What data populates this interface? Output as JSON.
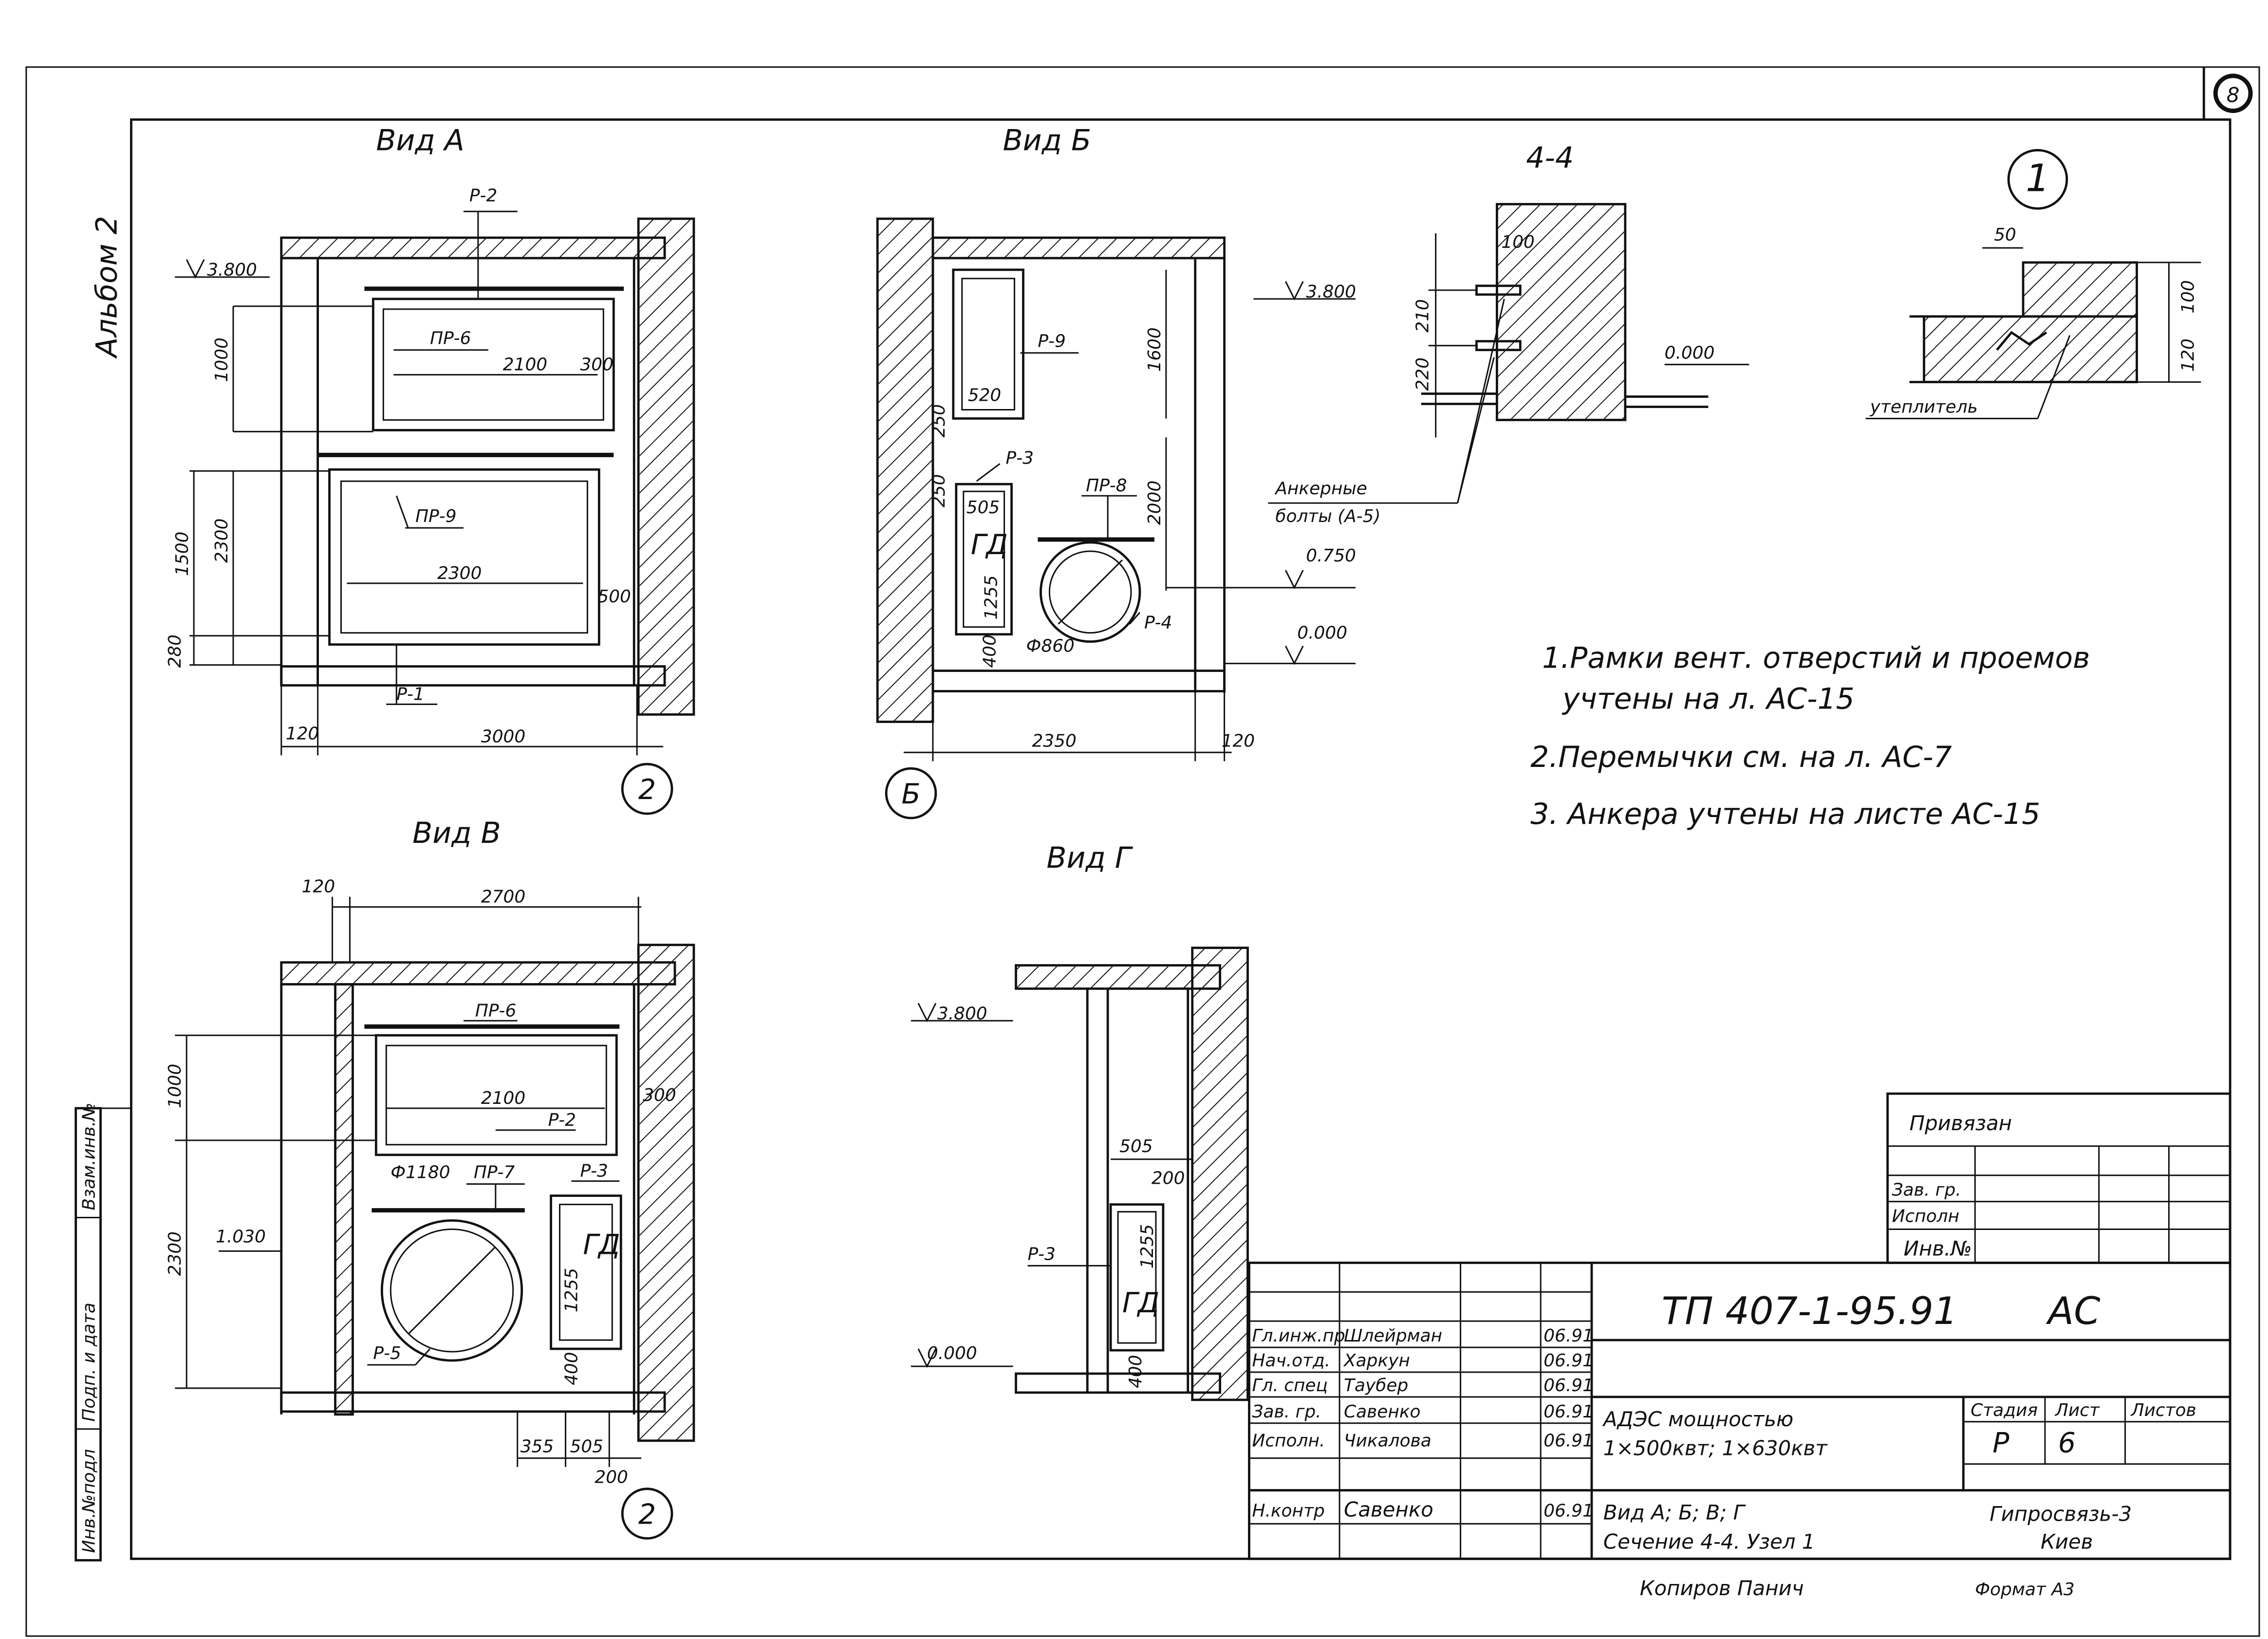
{
  "sheet": {
    "number": "8",
    "album": "Альбом 2",
    "side_stamp": [
      "Инв.№подл",
      "Подп. и дата",
      "Взам.инв.№"
    ]
  },
  "views": {
    "a": {
      "title": "Вид А",
      "axis": "2",
      "labels": {
        "r2": "Р-2",
        "pr6": "ПР-6",
        "pr9": "ПР-9",
        "r1": "Р-1",
        "elev": "3.800"
      },
      "dims": {
        "d2100": "2100",
        "d300": "300",
        "d2300": "2300",
        "d500": "500",
        "d1000": "1000",
        "d2300v": "2300",
        "d1500": "1500",
        "d280": "280",
        "d120": "120",
        "d3000": "3000"
      }
    },
    "b": {
      "title": "Вид Б",
      "axis": "Б",
      "labels": {
        "r9": "Р-9",
        "r3": "Р-3",
        "gd": "ГД",
        "pr8": "ПР-8",
        "r4": "Р-4",
        "diam": "Ф860",
        "elev1": "3.800",
        "elev2": "0.750",
        "elev3": "0.000"
      },
      "dims": {
        "d520": "520",
        "d1600": "1600",
        "d250a": "250",
        "d250b": "250",
        "d505": "505",
        "d1255": "1255",
        "d2000": "2000",
        "d400": "400",
        "d2350": "2350",
        "d120": "120"
      }
    },
    "v": {
      "title": "Вид В",
      "axis": "2",
      "labels": {
        "pr6": "ПР-6",
        "r2": "Р-2",
        "diam": "Ф1180",
        "pr7": "ПР-7",
        "r3": "Р-3",
        "gd": "ГД",
        "r5": "Р-5",
        "elev": "1.030"
      },
      "dims": {
        "d120": "120",
        "d2700": "2700",
        "d2100": "2100",
        "d300": "300",
        "d1000": "1000",
        "d2300": "2300",
        "d1255": "1255",
        "d400": "400",
        "d355": "355",
        "d505": "505",
        "d200": "200"
      }
    },
    "g": {
      "title": "Вид Г",
      "labels": {
        "r3": "Р-3",
        "gd": "ГД",
        "elev1": "3.800",
        "elev2": "0.000"
      },
      "dims": {
        "d505": "505",
        "d200": "200",
        "d1255": "1255",
        "d400": "400"
      }
    },
    "s44": {
      "title": "4-4",
      "dims": {
        "d100": "100",
        "d210": "210",
        "d220": "220"
      },
      "elev": "0.000",
      "anchors": [
        "Анкерные",
        "болты (А-5)"
      ]
    },
    "node1": {
      "title": "1",
      "dims": {
        "d50": "50",
        "d100": "100",
        "d120": "120"
      },
      "insul": "утеплитель"
    }
  },
  "notes": [
    "1.Рамки вент. отверстий и проемов",
    "учтены на л. АС-15",
    "2.Перемычки см. на л. АС-7",
    "3. Анкера учтены на листе АС-15"
  ],
  "privyazan": {
    "title": "Привязан",
    "rows": [
      "Зав. гр.",
      "Исполн",
      "Инв.№"
    ]
  },
  "titleblock": {
    "code": "ТП 407-1-95.91",
    "mark": "АС",
    "rows": [
      {
        "role": "Гл.инж.пр",
        "name": "Шлейрман",
        "date": "06.91"
      },
      {
        "role": "Нач.отд.",
        "name": "Харкун",
        "date": "06.91"
      },
      {
        "role": "Гл. спец",
        "name": "Таубер",
        "date": "06.91"
      },
      {
        "role": "Зав. гр.",
        "name": "Савенко",
        "date": "06.91"
      },
      {
        "role": "Исполн.",
        "name": "Чикалова",
        "date": "06.91"
      },
      {
        "role": "Н.контр",
        "name": "Савенко",
        "date": "06.91"
      }
    ],
    "object": [
      "АДЭС мощностью",
      "1×500квт; 1×630квт"
    ],
    "sheet_title": [
      "Вид А; Б; В; Г",
      "Сечение 4-4. Узел 1"
    ],
    "stage_h": "Стадия",
    "sheet_h": "Лист",
    "sheets_h": "Листов",
    "stage": "Р",
    "sheet_no": "6",
    "org": [
      "Гипросвязь-3",
      "Киев"
    ]
  },
  "footer": {
    "copied": "Копиров Панич",
    "format": "Формат А3"
  }
}
